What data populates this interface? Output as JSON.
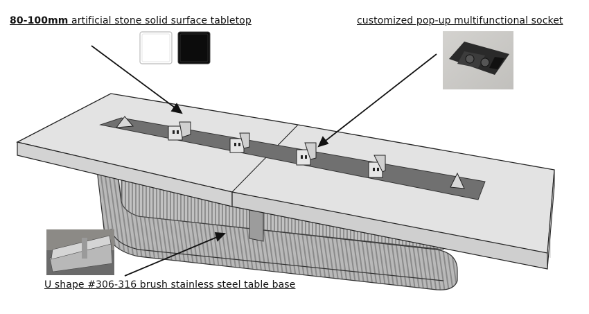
{
  "labels": {
    "tabletop": {
      "bold": "80-100mm",
      "rest": " artificial stone solid surface tabletop"
    },
    "socket": "customized pop-up multifunctional socket",
    "base": "U shape #306-316 brush stainless steel table base"
  },
  "swatches": [
    {
      "name": "white",
      "color": "#ffffff"
    },
    {
      "name": "black",
      "color": "#0c0c0c"
    }
  ],
  "colors": {
    "tabletop": "#e2e2e2",
    "cable_tray": "#6e6e6e",
    "steel": "#a8a8a8",
    "outline": "#222222"
  }
}
